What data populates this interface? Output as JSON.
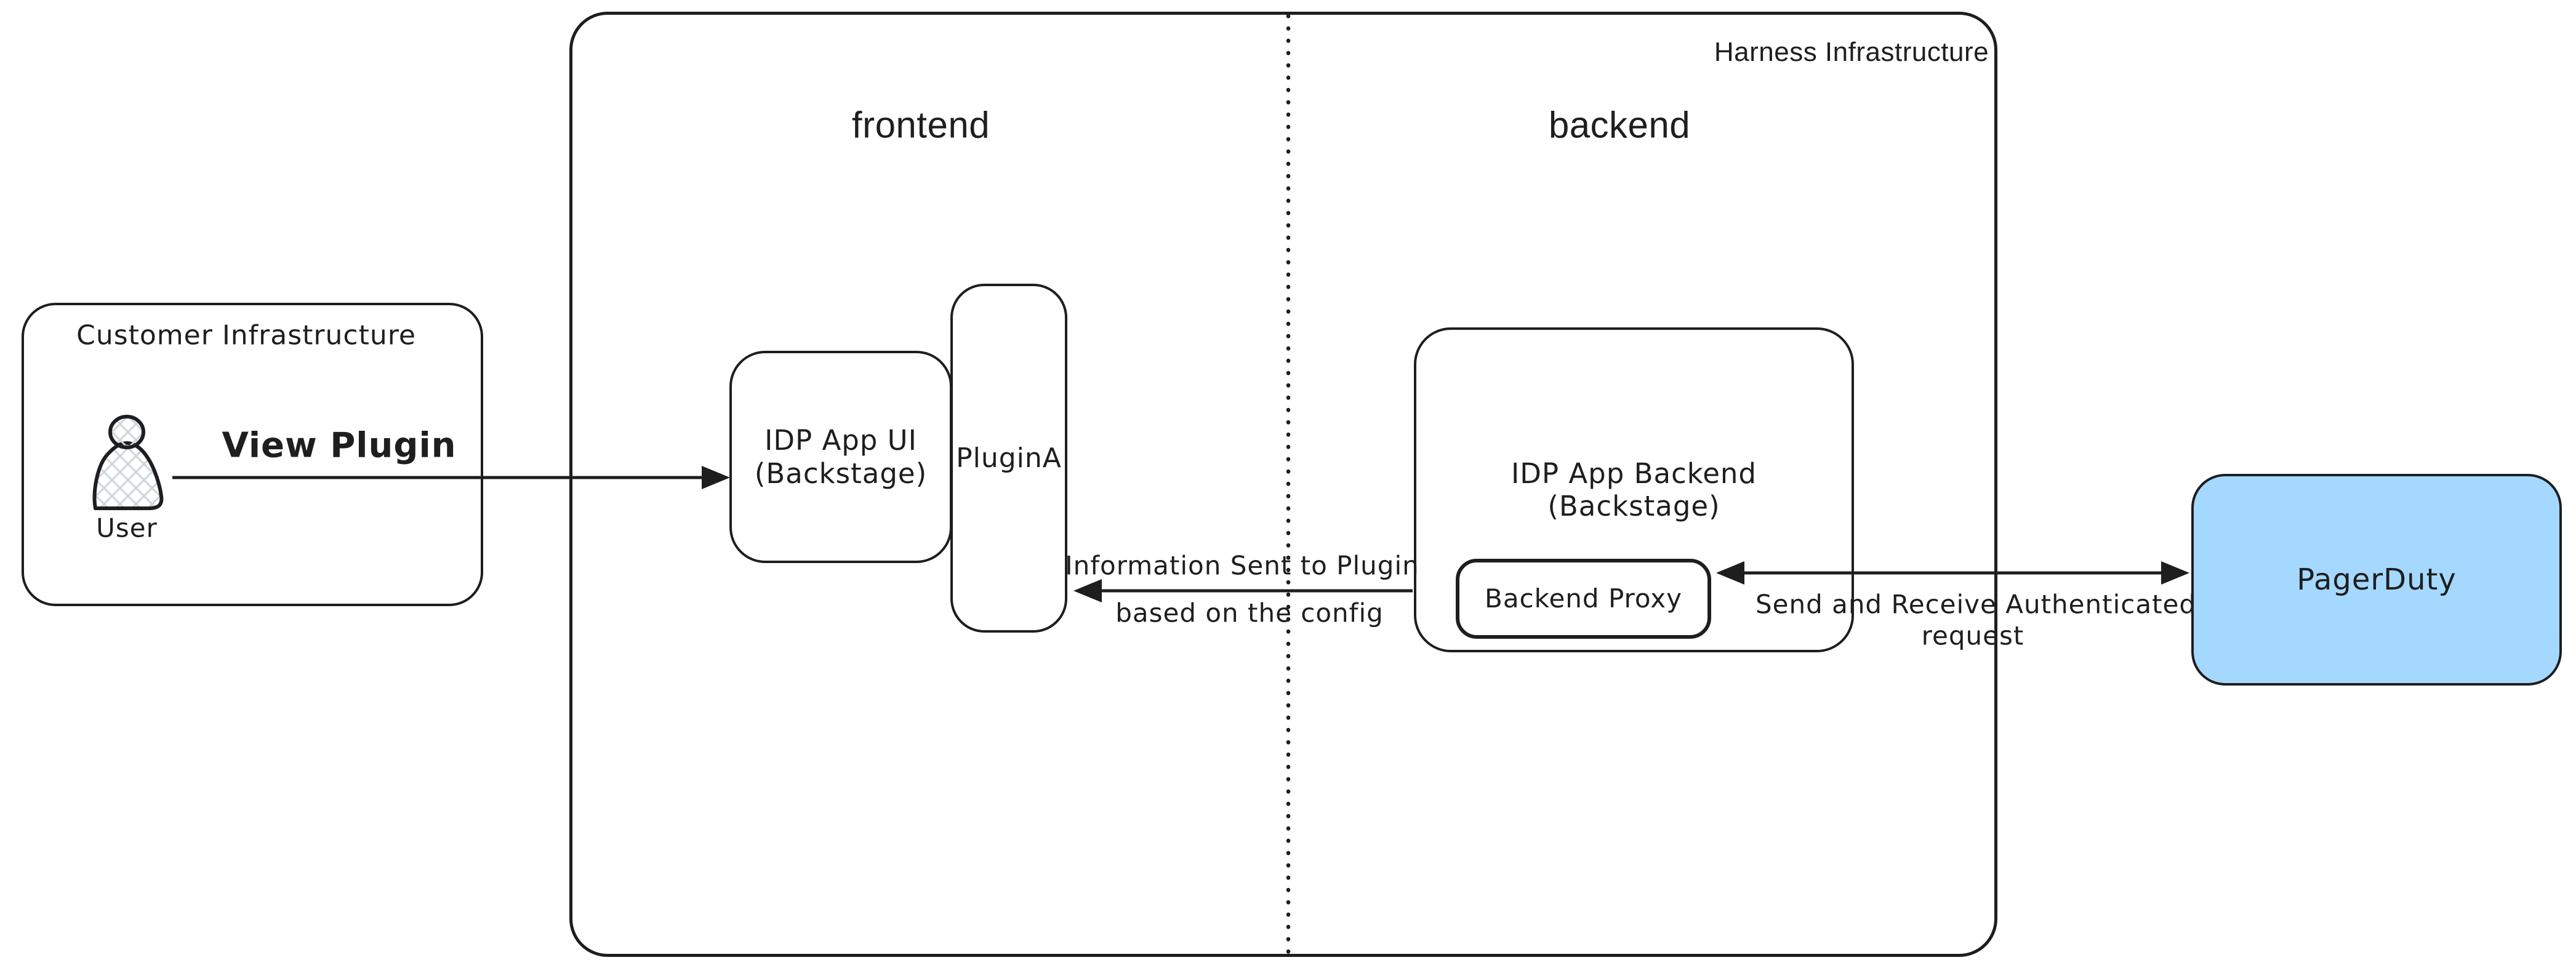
{
  "diagram": {
    "harness": {
      "label": "Harness Infrastructure",
      "frontend_label": "frontend",
      "backend_label": "backend"
    },
    "customer": {
      "label": "Customer Infrastructure",
      "icon": "user-icon",
      "user_label": "User"
    },
    "nodes": {
      "idp_app_ui": {
        "line1": "IDP App UI",
        "line2": "(Backstage)"
      },
      "plugin_a": {
        "label": "PluginA"
      },
      "idp_app_backend": {
        "line1": "IDP App Backend",
        "line2": "(Backstage)"
      },
      "backend_proxy": {
        "label": "Backend Proxy"
      },
      "pagerduty": {
        "label": "PagerDuty"
      }
    },
    "arrows": {
      "view_plugin": {
        "label": "View Plugin",
        "direction": "right"
      },
      "info_to_plugin": {
        "line1": "Information Sent to Plugin",
        "line2": "based on the config",
        "direction": "left"
      },
      "send_receive": {
        "line1": "Send and Receive Authenticated",
        "line2": "request",
        "direction": "both"
      }
    },
    "colors": {
      "stroke": "#1e1e1e",
      "pagerduty_fill": "#a5d8ff",
      "hatch": "#ccd6de",
      "background": "#ffffff"
    }
  }
}
